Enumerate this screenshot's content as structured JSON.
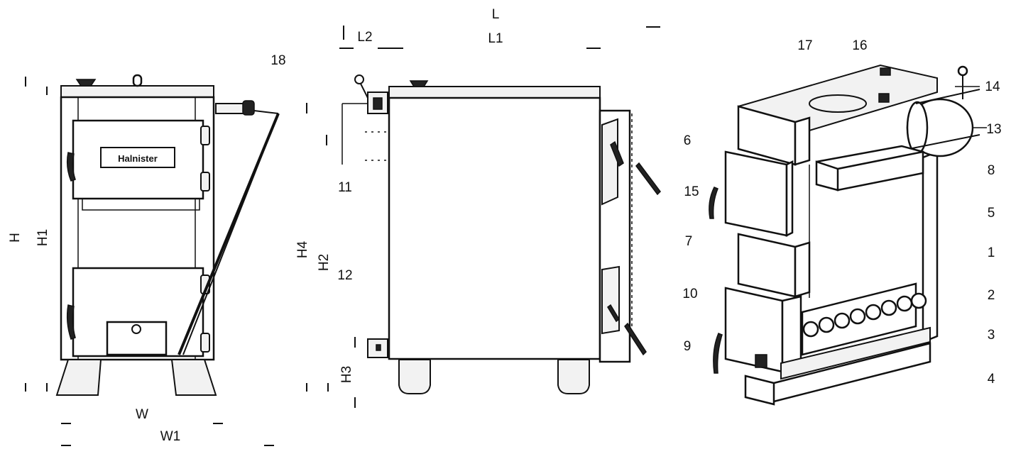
{
  "front_view": {
    "dimensions": {
      "height": "H",
      "height_1": "H1",
      "width": "W",
      "width_1": "W1"
    },
    "callout": "18",
    "logo_text": "Halnister"
  },
  "side_view": {
    "dimensions": {
      "length": "L",
      "length_1": "L1",
      "length_2": "L2",
      "height_2": "H2",
      "height_3": "H3",
      "height_4": "H4"
    },
    "callouts": [
      "11",
      "12"
    ]
  },
  "iso_view": {
    "callouts_top": [
      "17",
      "16"
    ],
    "callouts_left": [
      "6",
      "15",
      "7",
      "10",
      "9"
    ],
    "callouts_right": [
      "14",
      "13",
      "8",
      "5",
      "1",
      "2",
      "3",
      "4"
    ]
  }
}
